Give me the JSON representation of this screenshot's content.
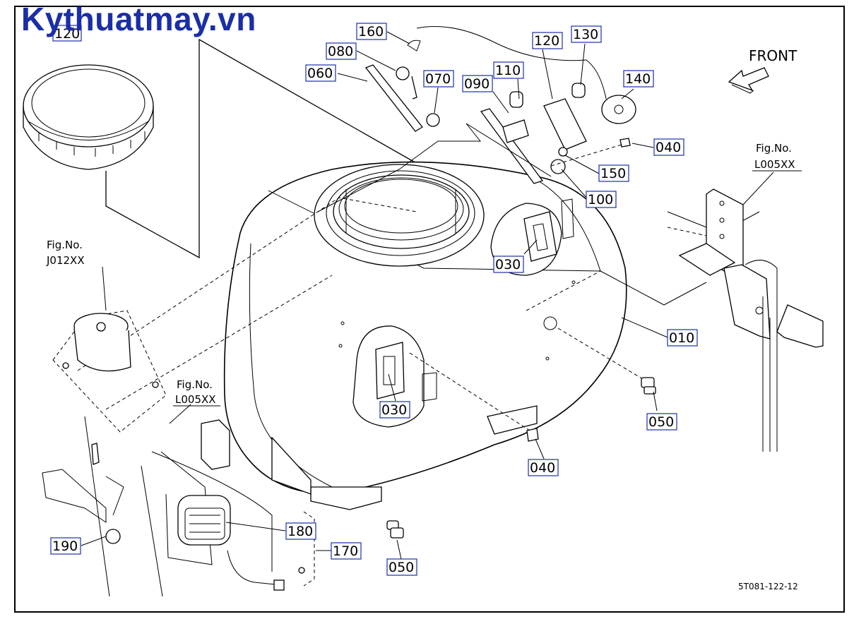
{
  "watermark": "Kythuatmay.vn",
  "front_label": "FRONT",
  "drawing_code": "5T081-122-12",
  "fig_refs": {
    "j012": {
      "line1": "Fig.No.",
      "line2": "J012XX"
    },
    "l005_left": {
      "line1": "Fig.No.",
      "line2": "L005XX"
    },
    "l005_right": {
      "line1": "Fig.No.",
      "line2": "L005XX"
    }
  },
  "part_labels": {
    "p120_top": "120",
    "p160": "160",
    "p080": "080",
    "p060": "060",
    "p070": "070",
    "p090": "090",
    "p110": "110",
    "p120": "120",
    "p130": "130",
    "p140": "140",
    "p040_top": "040",
    "p150": "150",
    "p100": "100",
    "p030_top": "030",
    "p010": "010",
    "p030_front": "030",
    "p050_right": "050",
    "p040_bottom": "040",
    "p180": "180",
    "p170": "170",
    "p190": "190",
    "p050_bottom": "050"
  }
}
